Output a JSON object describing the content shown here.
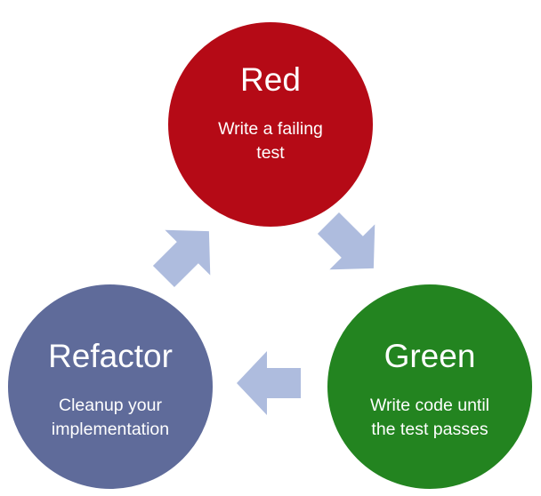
{
  "diagram": {
    "colors": {
      "red": "#b50a16",
      "green": "#238420",
      "blue": "#5f6b9a",
      "arrow": "#aebcde"
    },
    "nodes": {
      "red": {
        "title": "Red",
        "line1": "Write a failing",
        "line2": "test"
      },
      "green": {
        "title": "Green",
        "line1": "Write code until",
        "line2": "the test passes"
      },
      "refactor": {
        "title": "Refactor",
        "line1": "Cleanup your",
        "line2": "implementation"
      }
    }
  }
}
